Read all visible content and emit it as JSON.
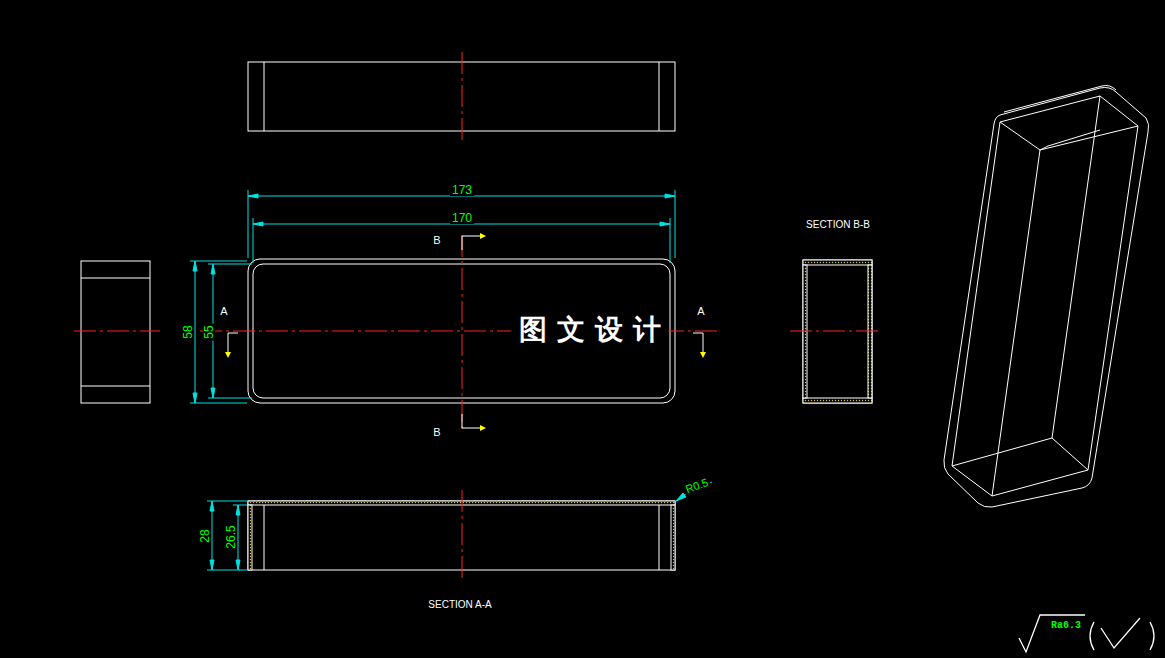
{
  "diagram": {
    "labels": [
      "173",
      "170",
      "B",
      "58",
      "55",
      "A",
      "图 文 设 计",
      "A",
      "B",
      "SECTION B-B",
      "R0.5",
      "28",
      "26.5",
      "SECTION A-A",
      "Ra6.3"
    ]
  }
}
